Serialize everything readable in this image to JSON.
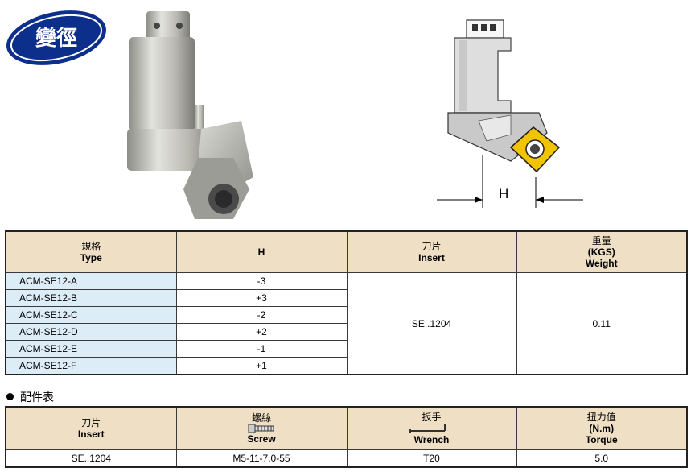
{
  "logo": {
    "text": "變徑",
    "color": "#0d2f8c"
  },
  "drawing": {
    "dimension_label": "H"
  },
  "spec_table": {
    "headers": [
      {
        "zh": "規格",
        "en": "Type"
      },
      {
        "zh": "",
        "en": "H"
      },
      {
        "zh": "刀片",
        "en": "Insert"
      },
      {
        "zh": "重量",
        "unit": "(KGS)",
        "en": "Weight"
      }
    ],
    "rows": [
      {
        "type": "ACM-SE12-A",
        "h": "-3"
      },
      {
        "type": "ACM-SE12-B",
        "h": "+3"
      },
      {
        "type": "ACM-SE12-C",
        "h": "-2"
      },
      {
        "type": "ACM-SE12-D",
        "h": "+2"
      },
      {
        "type": "ACM-SE12-E",
        "h": "-1"
      },
      {
        "type": "ACM-SE12-F",
        "h": "+1"
      }
    ],
    "insert": "SE..1204",
    "weight": "0.11"
  },
  "accessories": {
    "title": "配件表",
    "headers": [
      {
        "zh": "刀片",
        "en": "Insert"
      },
      {
        "zh": "螺絲",
        "en": "Screw",
        "icon": "screw-icon"
      },
      {
        "zh": "扳手",
        "en": "Wrench",
        "icon": "wrench-icon"
      },
      {
        "zh": "扭力值",
        "unit": "(N.m)",
        "en": "Torque"
      }
    ],
    "row": {
      "insert": "SE..1204",
      "screw": "M5-11-7.0-55",
      "wrench": "T20",
      "torque": "5.0"
    }
  },
  "colors": {
    "header_bg": "#efdfc4",
    "type_bg": "#dcedf8",
    "insert_yellow": "#f2c400"
  }
}
